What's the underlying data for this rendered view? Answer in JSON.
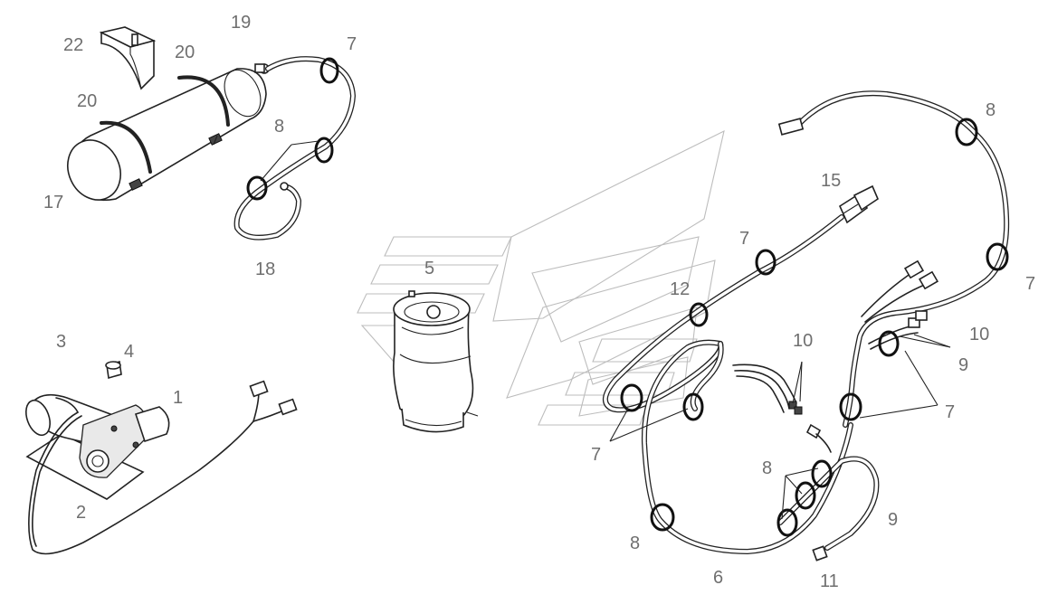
{
  "callouts": {
    "c1": "1",
    "c2": "2",
    "c3": "3",
    "c4": "4",
    "c5": "5",
    "c6": "6",
    "c7a": "7",
    "c7b": "7",
    "c7c": "7",
    "c7d": "7",
    "c7e": "7",
    "c8a": "8",
    "c8b": "8",
    "c8c": "8",
    "c8d": "8",
    "c9a": "9",
    "c9b": "9",
    "c10a": "10",
    "c10b": "10",
    "c11": "11",
    "c12": "12",
    "c15": "15",
    "c17": "17",
    "c18": "18",
    "c19": "19",
    "c20a": "20",
    "c20b": "20",
    "c22": "22"
  },
  "colors": {
    "line": "#222222",
    "callout": "#6f6f6f",
    "watermark": "#bdbdbd",
    "background": "#ffffff"
  }
}
